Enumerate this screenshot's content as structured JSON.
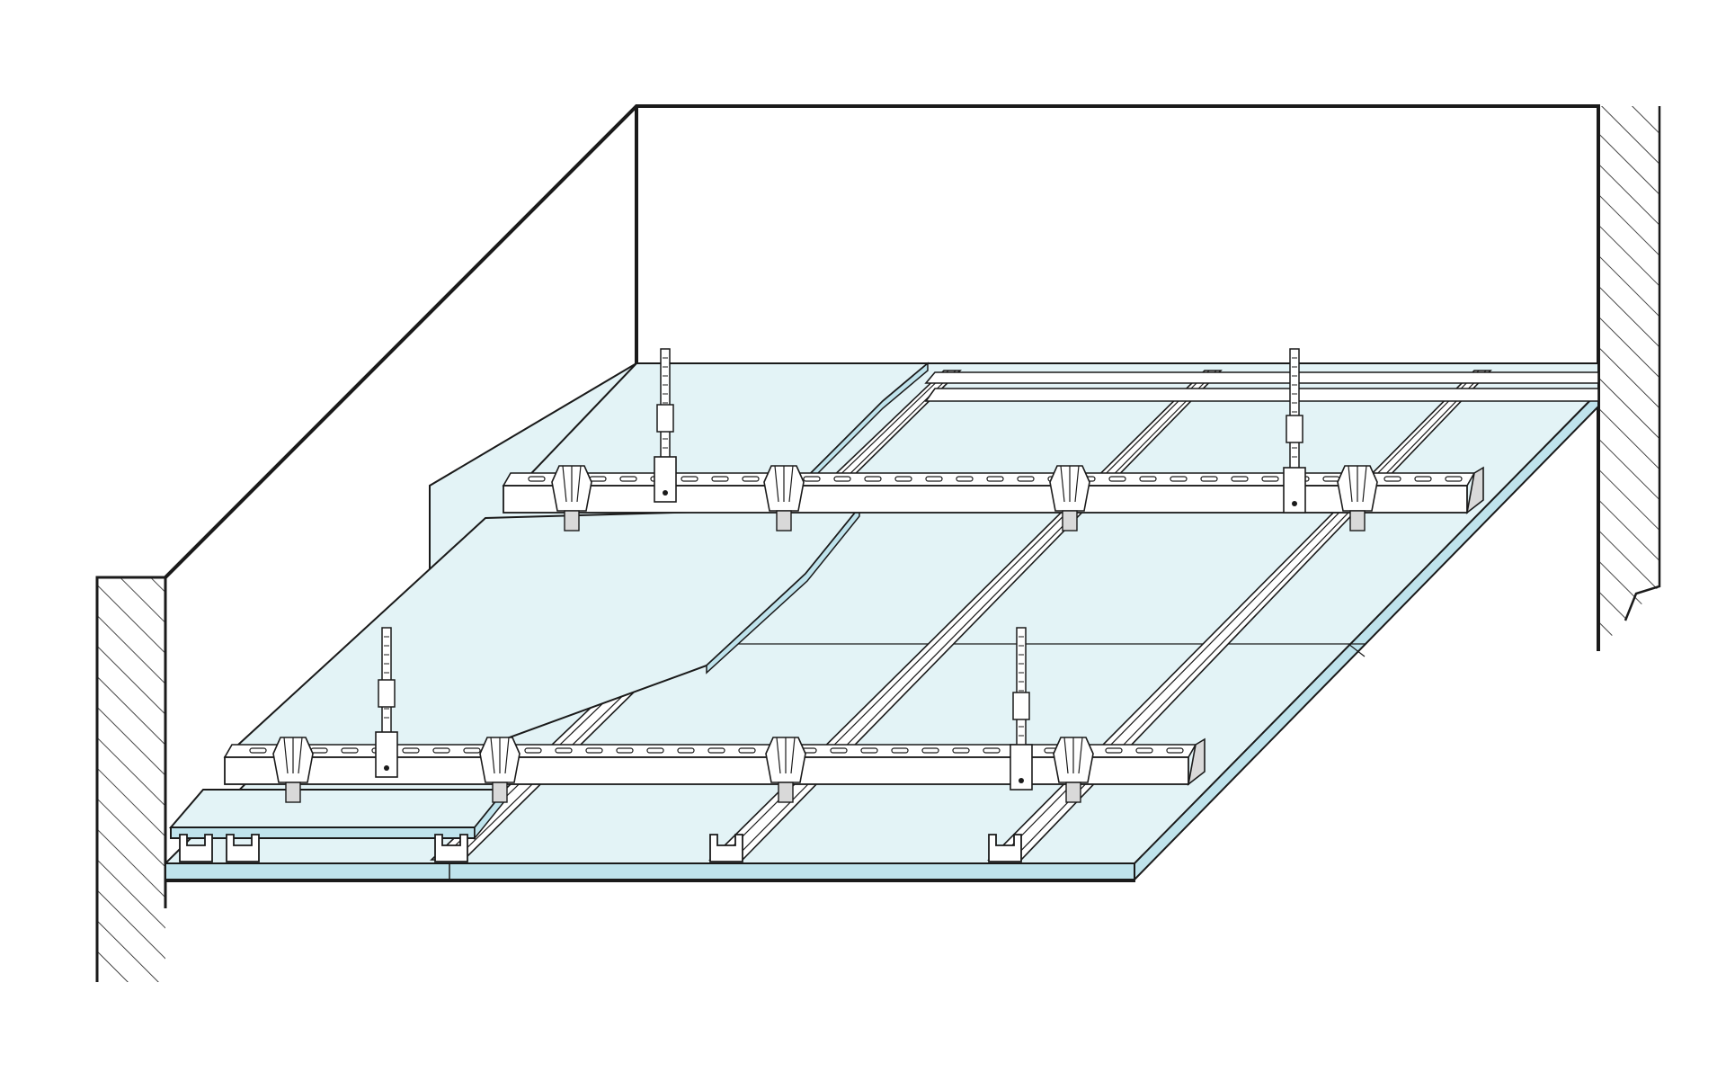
{
  "diagram": {
    "colors": {
      "line": "#1a1a1a",
      "board": "#e3f3f6",
      "board_edge": "#bfe3ec",
      "metal": "#ffffff",
      "metal_shade": "#d9d9d9",
      "background": "#ffffff"
    },
    "components": [
      "wall-left",
      "wall-back",
      "wall-right",
      "gypsum-board",
      "main-carrier-channel",
      "furring-channel",
      "suspension-hanger",
      "cross-connector-clip"
    ]
  }
}
